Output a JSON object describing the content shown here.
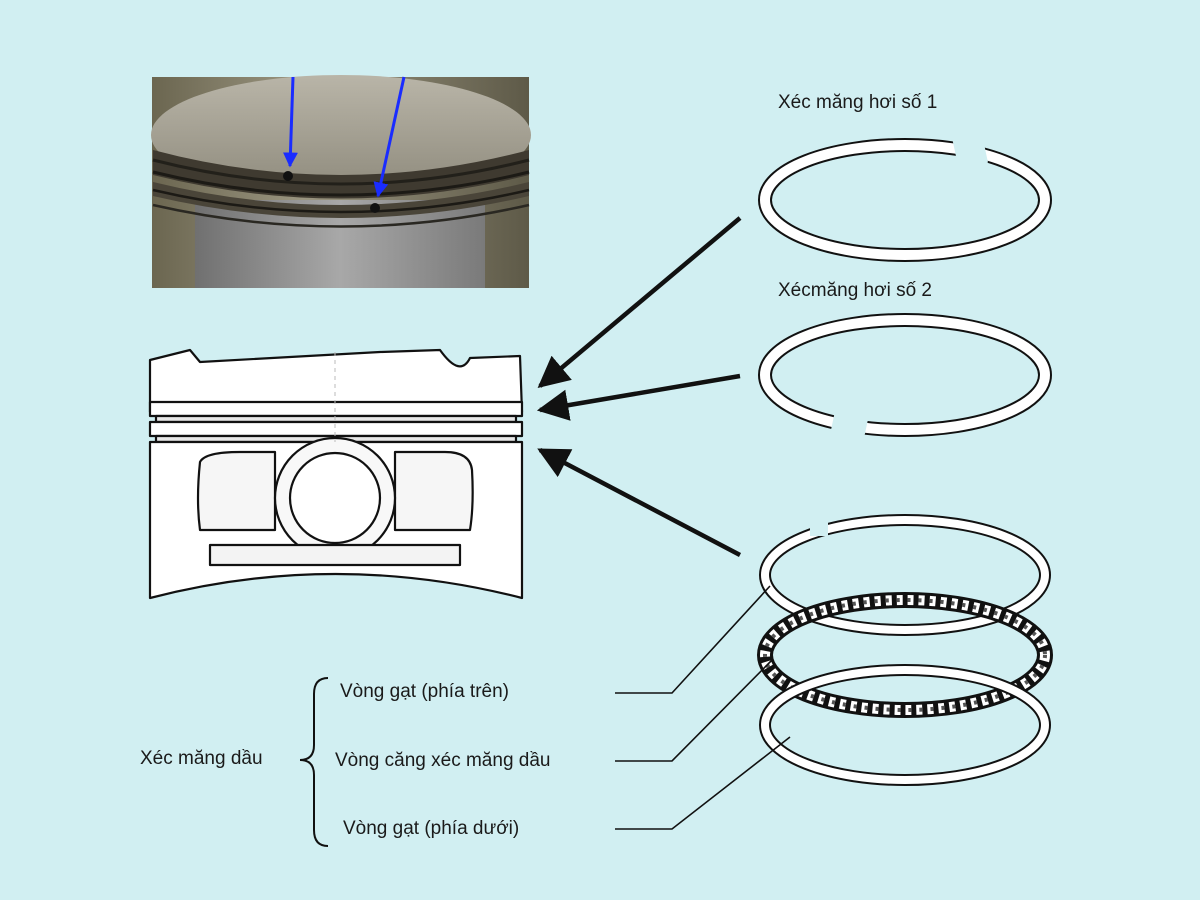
{
  "labels": {
    "ring1": "Xéc măng hơi số 1",
    "ring2": "Xécmăng hơi số 2",
    "oil_group": "Xéc măng dầu",
    "upper_rail": "Vòng gạt (phía trên)",
    "expander": "Vòng căng xéc măng dầu",
    "lower_rail": "Vòng gạt (phía dưới)"
  },
  "colors": {
    "background": "#d1eff2",
    "line": "#111111",
    "photo_marker": "#1a2cff"
  }
}
